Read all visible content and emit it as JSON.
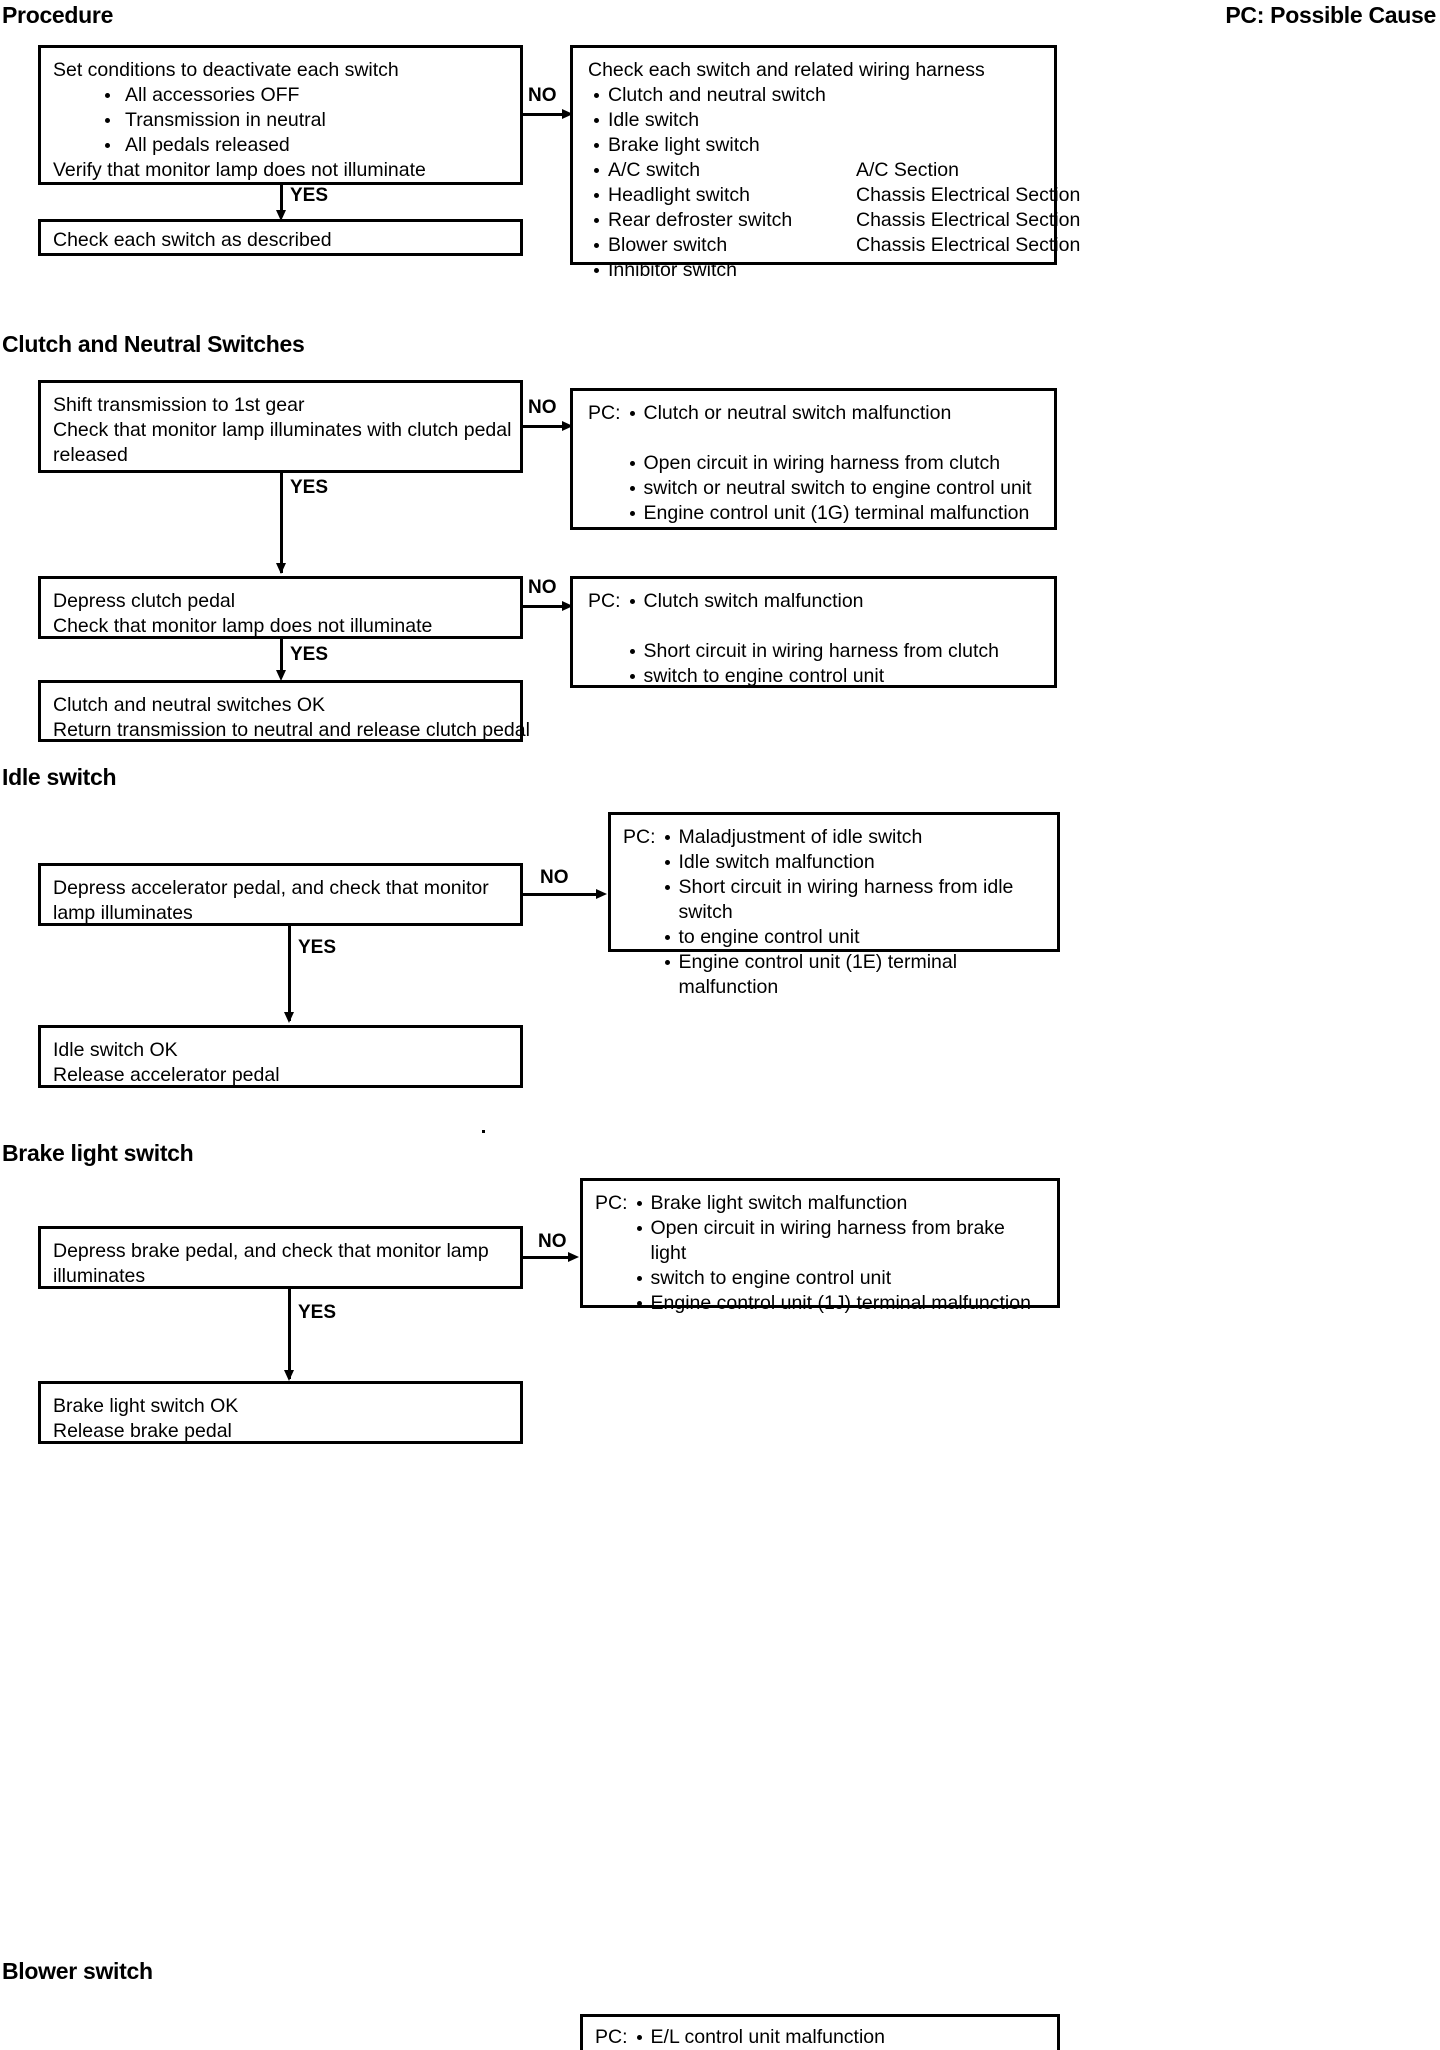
{
  "page": {
    "corner_note": "PC: Possible Cause",
    "branch_yes": "YES",
    "branch_no": "NO",
    "pc_label": "PC:"
  },
  "sections": {
    "procedure": {
      "heading": "Procedure",
      "start_box": {
        "line1": "Set conditions to deactivate each switch",
        "bullets": [
          "All accessories OFF",
          "Transmission in neutral",
          "All pedals released"
        ],
        "line2": "Verify that monitor lamp does not illuminate"
      },
      "ok_box": {
        "line1": "Check each switch as described"
      },
      "pc_box": {
        "title": "Check each switch and related wiring harness",
        "items": [
          {
            "name": "Clutch and neutral switch",
            "ref": ""
          },
          {
            "name": "Idle switch",
            "ref": ""
          },
          {
            "name": "Brake light switch",
            "ref": ""
          },
          {
            "name": "A/C switch",
            "ref": "A/C Section"
          },
          {
            "name": "Headlight switch",
            "ref": "Chassis Electrical Section"
          },
          {
            "name": "Rear defroster switch",
            "ref": "Chassis Electrical Section"
          },
          {
            "name": "Blower switch",
            "ref": "Chassis Electrical Section"
          },
          {
            "name": "Inhibitor switch",
            "ref": ""
          }
        ]
      }
    },
    "clutch": {
      "heading": "Clutch and Neutral Switches",
      "step1_box": {
        "line1": "Shift transmission to 1st gear",
        "line2": "Check that monitor lamp illuminates with clutch pedal",
        "line3": "released"
      },
      "step1_pc": {
        "items": [
          "Clutch or neutral switch malfunction",
          "Open circuit in wiring harness from clutch",
          "Engine control unit (1G) terminal malfunction"
        ],
        "cont2": "switch or neutral switch to engine control unit"
      },
      "step2_box": {
        "line1": "Depress clutch pedal",
        "line2": "Check that monitor lamp does not illuminate"
      },
      "step2_pc": {
        "items": [
          "Clutch switch malfunction",
          "Short circuit in wiring harness from clutch"
        ],
        "cont2": "switch to engine control unit"
      },
      "ok_box": {
        "line1": "Clutch and neutral switches OK",
        "line2": "Return transmission to neutral and release clutch pedal"
      }
    },
    "idle": {
      "heading": "Idle switch",
      "step_box": {
        "line1": "Depress accelerator pedal, and check that monitor",
        "line2": "lamp illuminates"
      },
      "pc_box": {
        "items": [
          "Maladjustment of idle switch",
          "Idle switch malfunction",
          "Short circuit in wiring harness from idle switch",
          "Engine control unit (1E) terminal malfunction"
        ],
        "cont3": "to engine control unit"
      },
      "ok_box": {
        "line1": "Idle switch OK",
        "line2": "Release accelerator pedal"
      }
    },
    "brake": {
      "heading": "Brake light switch",
      "step_box": {
        "line1": "Depress brake pedal, and check that monitor lamp",
        "line2": "illuminates"
      },
      "pc_box": {
        "items": [
          "Brake light switch malfunction",
          "Open circuit in wiring harness from brake light",
          "Engine control unit (1J) terminal malfunction"
        ],
        "cont2": "switch to engine control unit"
      },
      "ok_box": {
        "line1": "Brake light switch OK",
        "line2": "Release brake pedal"
      }
    },
    "blower": {
      "heading": "Blower switch",
      "pc_box": {
        "items": [
          "E/L control unit malfunction"
        ]
      }
    }
  }
}
